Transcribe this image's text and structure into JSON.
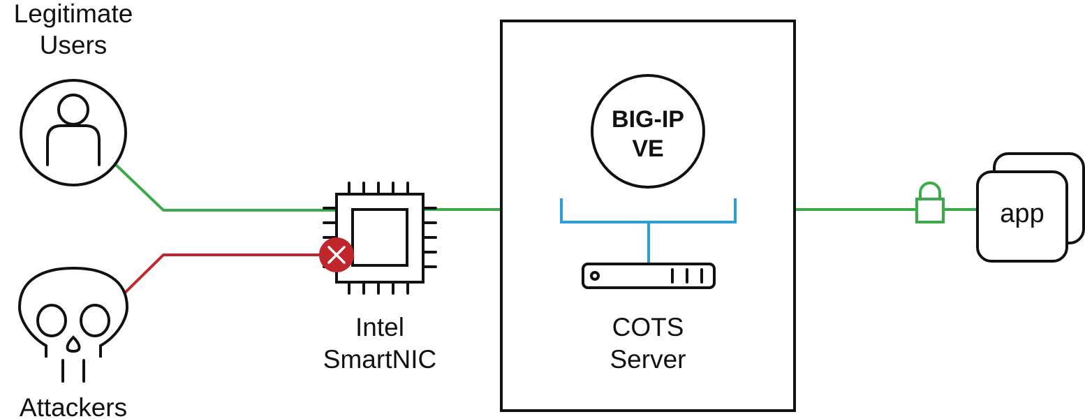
{
  "labels": {
    "users_line1": "Legitimate",
    "users_line2": "Users",
    "attackers": "Attackers",
    "nic_line1": "Intel",
    "nic_line2": "SmartNIC",
    "bigip_line1": "BIG-IP",
    "bigip_line2": "VE",
    "server_line1": "COTS",
    "server_line2": "Server",
    "app": "app"
  },
  "icons": {
    "users": "user-icon",
    "attackers": "skull-icon",
    "nic": "chip-icon",
    "blocked": "blocked-x-icon",
    "server": "server-rack-icon",
    "lock": "lock-icon",
    "app": "app-stack-icon"
  },
  "colors": {
    "legitimate_path": "#3aaa4a",
    "attack_path": "#c0272d",
    "blocked_marker": "#c0272d",
    "internal_bus": "#2b9fd6",
    "outline": "#111111"
  }
}
